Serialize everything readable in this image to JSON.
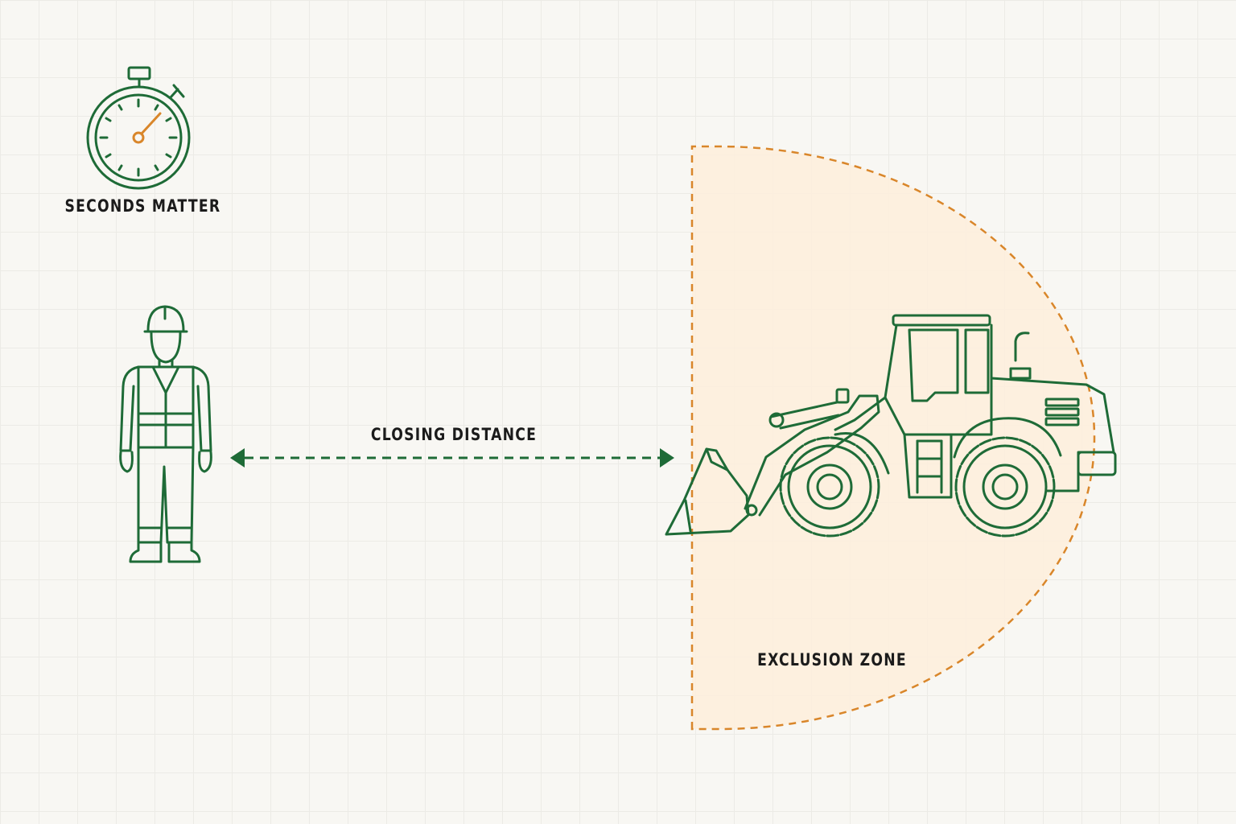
{
  "labels": {
    "seconds_matter": "SECONDS MATTER",
    "closing_distance": "CLOSING DISTANCE",
    "exclusion_zone": "EXCLUSION ZONE"
  },
  "icons": {
    "timer": "stopwatch-icon",
    "worker": "construction-worker-icon",
    "vehicle": "wheel-loader-icon"
  },
  "colors": {
    "background": "#f8f7f3",
    "line_green": "#1e6b37",
    "accent_orange": "#d9862a",
    "zone_fill": "#fdeedd",
    "text": "#1b1b1b"
  }
}
